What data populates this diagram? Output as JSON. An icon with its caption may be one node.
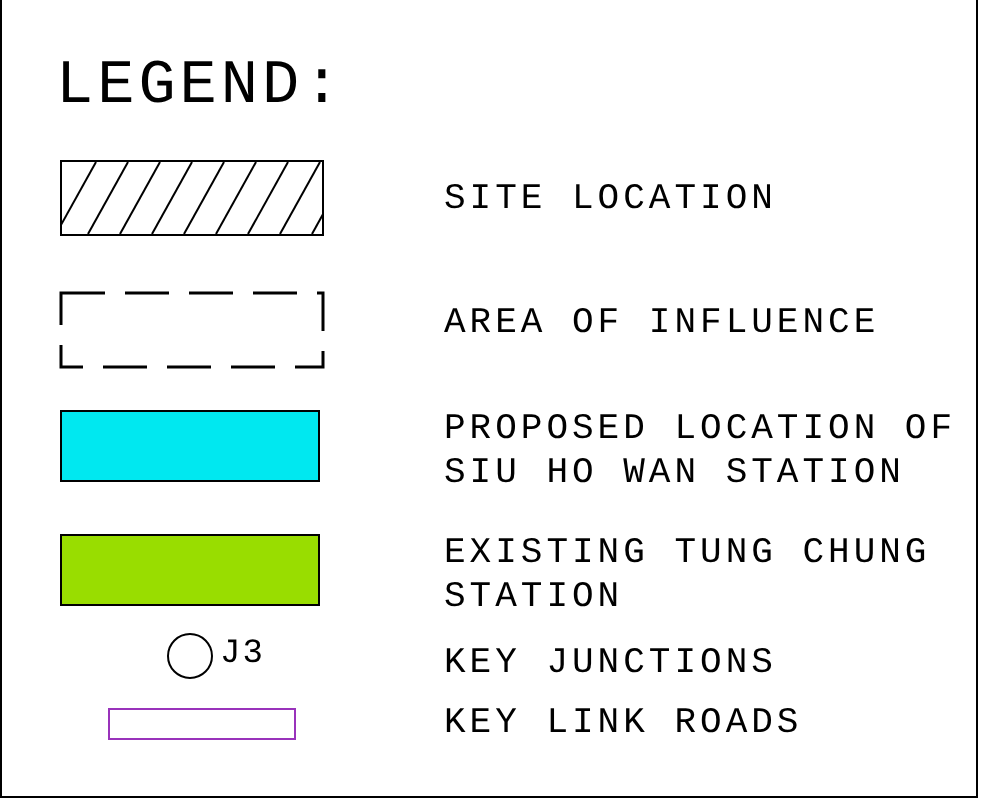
{
  "diagram": {
    "title": "LEGEND:",
    "labels": [
      "J3"
    ],
    "legend": [
      {
        "text": "SITE LOCATION"
      },
      {
        "text": "AREA OF INFLUENCE"
      },
      {
        "text": "PROPOSED LOCATION OF SIU HO WAN STATION",
        "color": "#00e8f0"
      },
      {
        "text": "EXISTING TUNG CHUNG STATION",
        "color": "#99dd00"
      },
      {
        "text": "KEY JUNCTIONS"
      },
      {
        "text": "KEY LINK ROADS"
      }
    ]
  }
}
